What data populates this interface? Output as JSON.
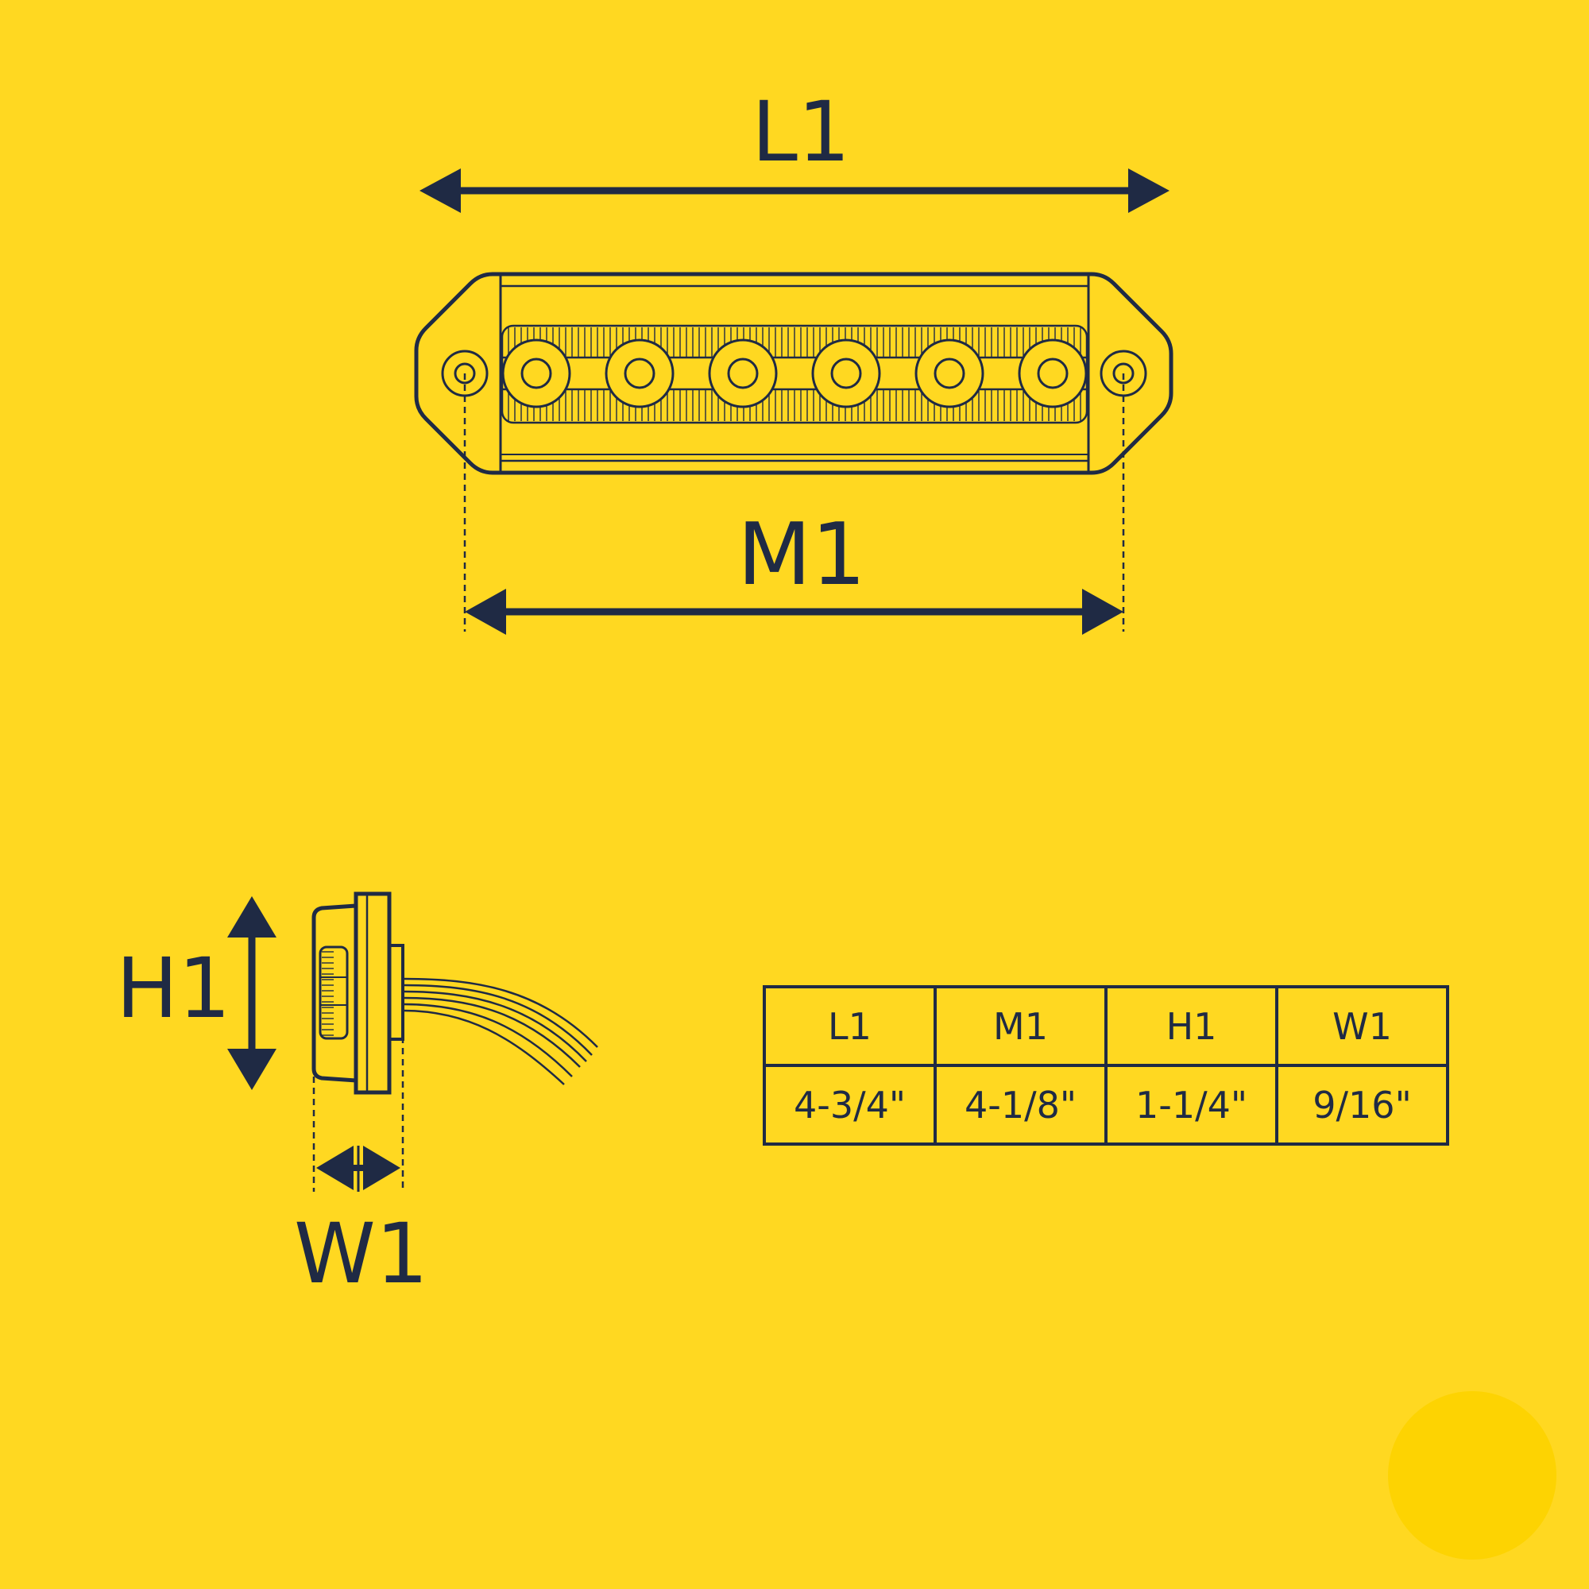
{
  "colors": {
    "background": "#FFD821",
    "ink": "#1F2A44",
    "accent_dot": "#FDD302"
  },
  "dimensions": {
    "length_label": "L1",
    "mounting_label": "M1",
    "height_label": "H1",
    "width_label": "W1"
  },
  "table": {
    "headers": [
      "L1",
      "M1",
      "H1",
      "W1"
    ],
    "values": [
      "4-3/4\"",
      "4-1/8\"",
      "1-1/4\"",
      "9/16\""
    ]
  }
}
